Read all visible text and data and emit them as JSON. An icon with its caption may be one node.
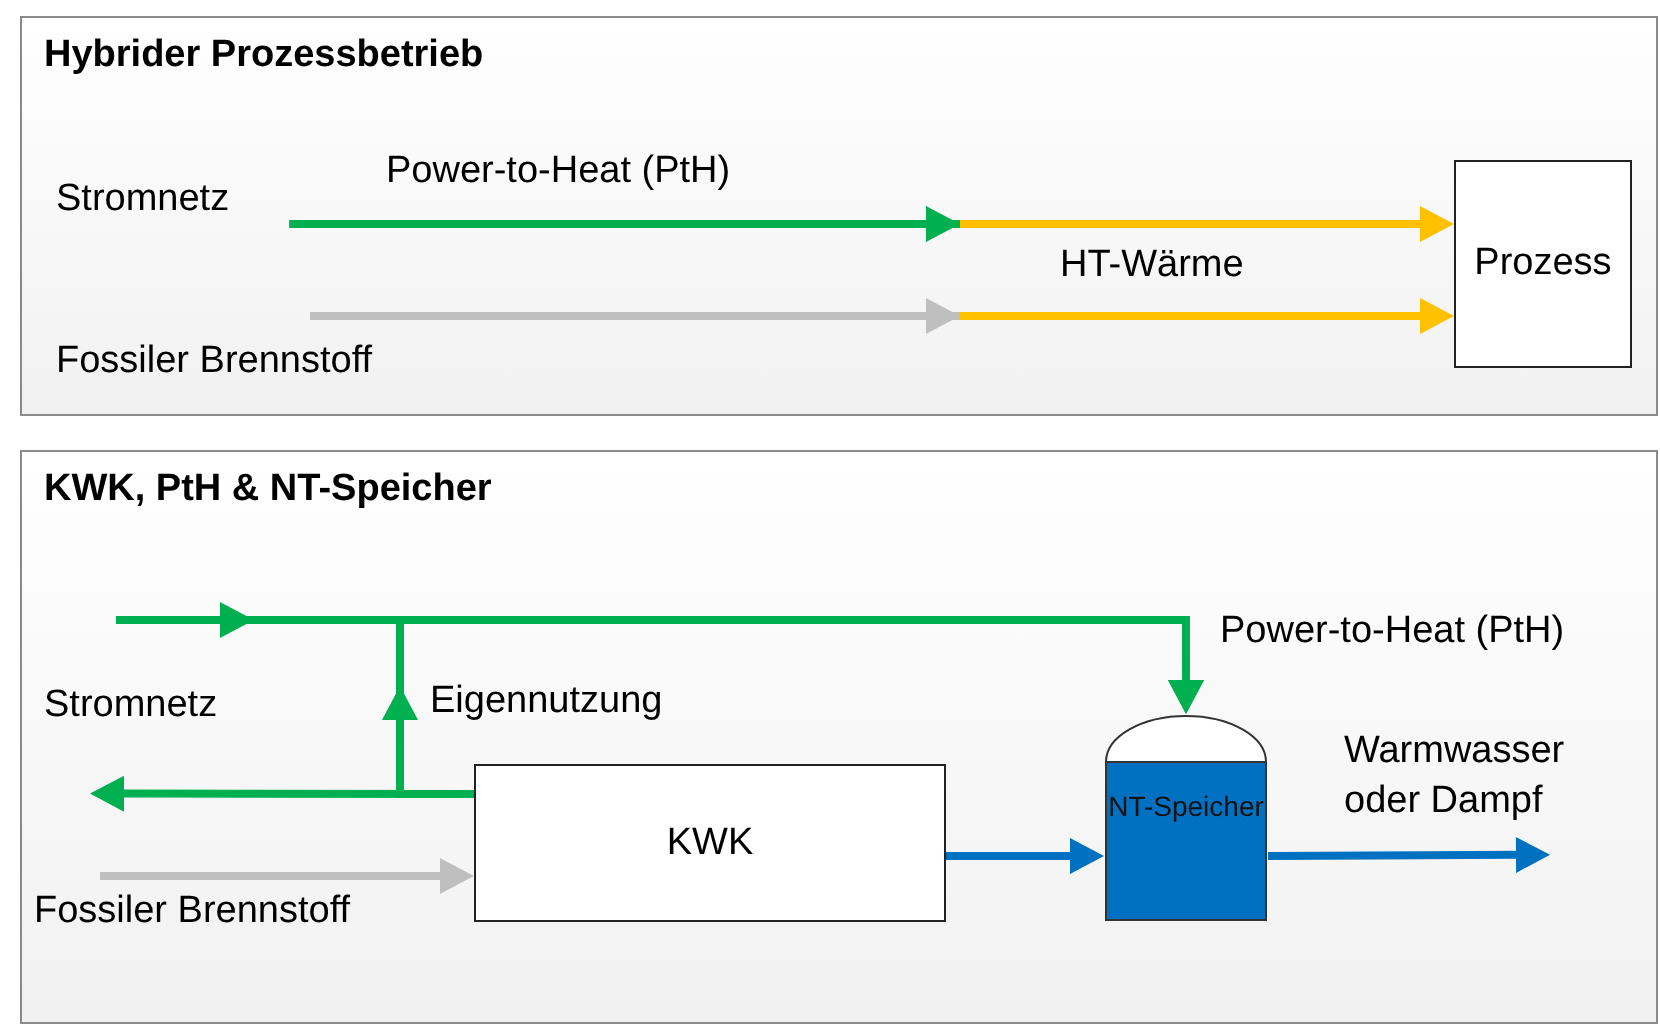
{
  "diagram": {
    "nodes": [
      {
        "text": [
          "Hybrider Prozessbetrieb"
        ]
      },
      {
        "text": [
          "Stromnetz"
        ],
        "in": 0
      },
      {
        "text": [
          "Fossiler Brennstoff"
        ],
        "in": 0
      },
      {
        "text": [
          "Prozess"
        ],
        "in": 0
      },
      {
        "text": [
          "KWK, PtH & NT-Speicher"
        ]
      },
      {
        "text": [
          "Stromnetz"
        ],
        "in": 4
      },
      {
        "text": [
          "Fossiler Brennstoff"
        ],
        "in": 4
      },
      {
        "text": [
          "KWK"
        ],
        "in": 4
      },
      {
        "text": [
          "NT-Speicher"
        ],
        "in": 4
      },
      {
        "text": [
          "Warmwasser oder Dampf"
        ],
        "in": 4
      }
    ],
    "edges": [
      {
        "from": 1,
        "to": 3,
        "arrow": "to",
        "label": "Power-to-Heat (PtH)",
        "color": "#00b050"
      },
      {
        "from": 2,
        "to": 3,
        "arrow": "to",
        "color": "#bfbfbf"
      },
      {
        "from": 5,
        "to": 8,
        "arrow": "to",
        "label": "Power-to-Heat (PtH)",
        "color": "#00b050"
      },
      {
        "from": 7,
        "to": 5,
        "arrow": "to",
        "color": "#00b050"
      },
      {
        "from": 7,
        "to": 8,
        "arrow": "to",
        "label": "Eigennutzung",
        "color": "#00b050"
      },
      {
        "from": 6,
        "to": 7,
        "arrow": "to",
        "color": "#bfbfbf"
      },
      {
        "from": 7,
        "to": 8,
        "arrow": "to",
        "color": "#0070c0"
      },
      {
        "from": 8,
        "to": 9,
        "arrow": "to",
        "color": "#0070c0"
      }
    ],
    "labels": [
      "HT-Wärme"
    ]
  }
}
